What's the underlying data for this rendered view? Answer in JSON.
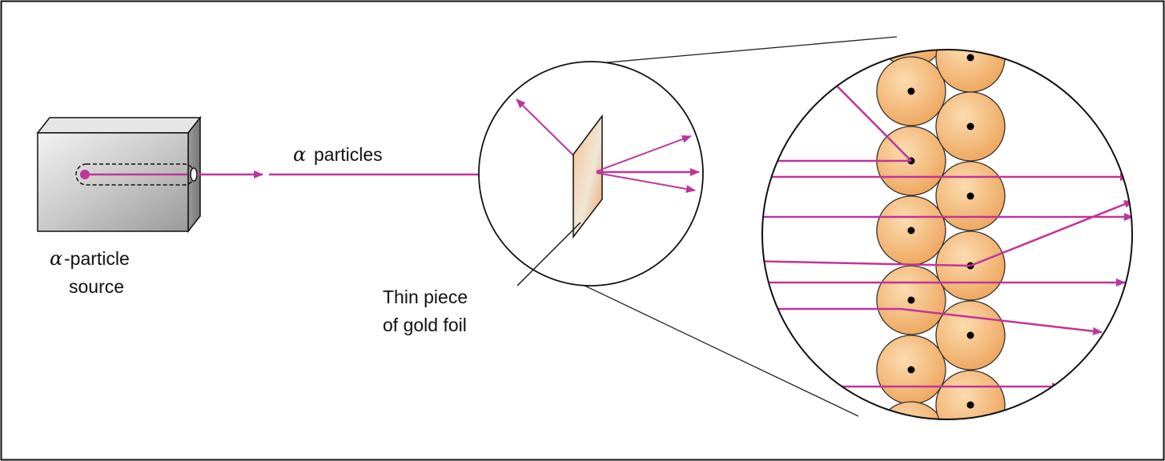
{
  "labels": {
    "source_symbol": "α",
    "source_line1": "-particle",
    "source_line2": "source",
    "beam_symbol": "α",
    "beam_text": "particles",
    "foil_line1": "Thin piece",
    "foil_line2": "of gold foil"
  },
  "colors": {
    "beam": "#c0359a",
    "atom_fill": "#f0b06a",
    "atom_stroke": "#333333",
    "foil": "#f0b07a",
    "outline": "#111111"
  },
  "icons": {
    "source_box": "alpha-source-box-icon",
    "atom": "gold-atom-icon",
    "nucleus": "nucleus-dot-icon"
  }
}
